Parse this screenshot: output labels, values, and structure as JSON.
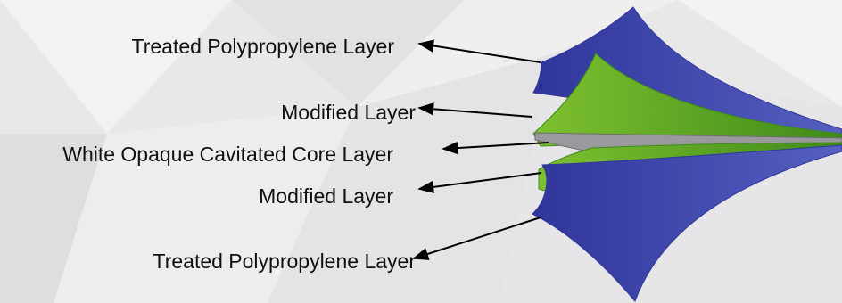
{
  "diagram": {
    "labels": [
      "Treated Polypropylene Layer",
      "Modified Layer",
      "White Opaque Cavitated Core Layer",
      "Modified Layer",
      "Treated Polypropylene Layer"
    ]
  },
  "colors": {
    "polypropylene_outer": "#30359a",
    "polypropylene_inner": "#5560c0",
    "modified_layer": "#7ec12f",
    "modified_layer_dark": "#3f8a1a",
    "core_layer": "#9a9a9e",
    "arrow": "#000000"
  }
}
